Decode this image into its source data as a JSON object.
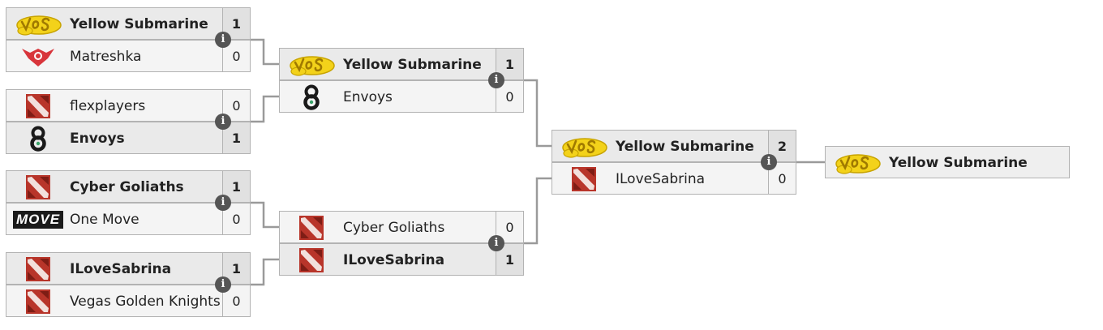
{
  "rounds": [
    {
      "matches": [
        {
          "top": {
            "name": "Yellow Submarine",
            "score": "1",
            "logo": "yellow-submarine-logo"
          },
          "bottom": {
            "name": "Matreshka",
            "score": "0",
            "logo": "matreshka-logo"
          }
        },
        {
          "top": {
            "name": "flexplayers",
            "score": "0",
            "logo": "dota-logo"
          },
          "bottom": {
            "name": "Envoys",
            "score": "1",
            "logo": "envoys-logo"
          }
        },
        {
          "top": {
            "name": "Cyber Goliaths",
            "score": "1",
            "logo": "dota-logo"
          },
          "bottom": {
            "name": "One Move",
            "score": "0",
            "logo": "one-move-logo",
            "logo_text": "MOVE"
          }
        },
        {
          "top": {
            "name": "ILoveSabrina",
            "score": "1",
            "logo": "dota-logo"
          },
          "bottom": {
            "name": "Vegas Golden Knights",
            "score": "0",
            "logo": "dota-logo"
          }
        }
      ]
    },
    {
      "matches": [
        {
          "top": {
            "name": "Yellow Submarine",
            "score": "1",
            "logo": "yellow-submarine-logo"
          },
          "bottom": {
            "name": "Envoys",
            "score": "0",
            "logo": "envoys-logo"
          }
        },
        {
          "top": {
            "name": "Cyber Goliaths",
            "score": "0",
            "logo": "dota-logo"
          },
          "bottom": {
            "name": "ILoveSabrina",
            "score": "1",
            "logo": "dota-logo"
          }
        }
      ]
    },
    {
      "matches": [
        {
          "top": {
            "name": "Yellow Submarine",
            "score": "2",
            "logo": "yellow-submarine-logo"
          },
          "bottom": {
            "name": "ILoveSabrina",
            "score": "0",
            "logo": "dota-logo"
          }
        }
      ]
    }
  ],
  "champion": {
    "name": "Yellow Submarine",
    "logo": "yellow-submarine-logo"
  },
  "info_icon": {
    "glyph": "i",
    "icon": "info-icon"
  },
  "colors": {
    "yes_yellow": "#f3d21a",
    "dota_red": "#b8352a",
    "matreshka_red": "#d8353b",
    "connector": "#9a9a9a"
  }
}
